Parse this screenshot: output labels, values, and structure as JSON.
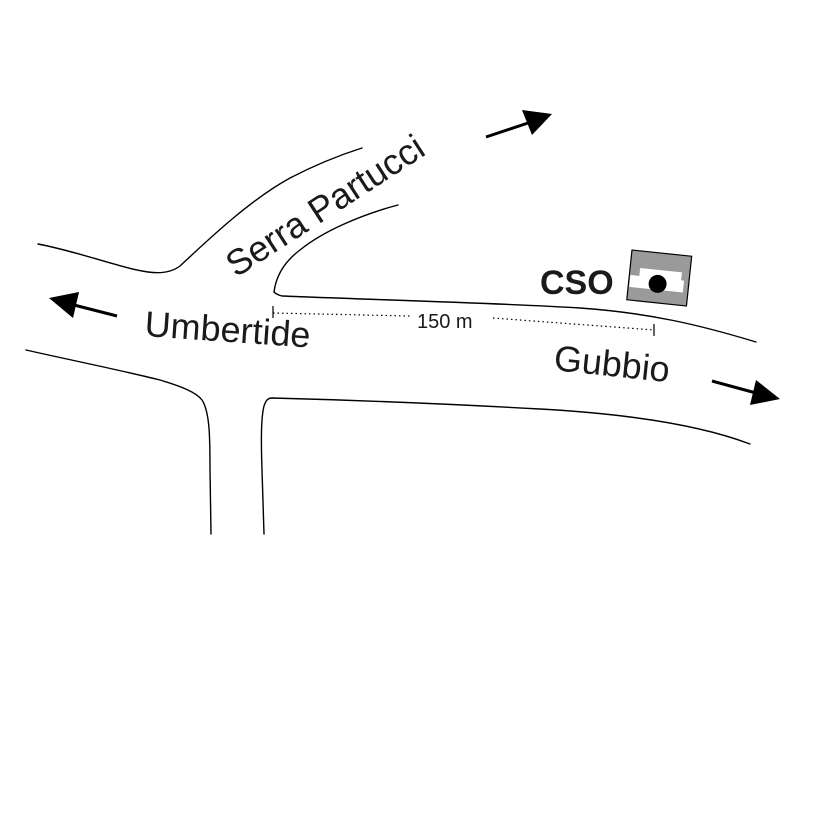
{
  "map": {
    "roads": {
      "serra_partucci": "Serra Partucci",
      "umbertide": "Umbertide",
      "gubbio": "Gubbio"
    },
    "place": {
      "name": "CSO",
      "icon": "observatory-building-icon"
    },
    "scale": {
      "label": "150 m"
    },
    "colors": {
      "ink": "#000000",
      "building": "#9a9a9a",
      "background": "#ffffff"
    }
  }
}
